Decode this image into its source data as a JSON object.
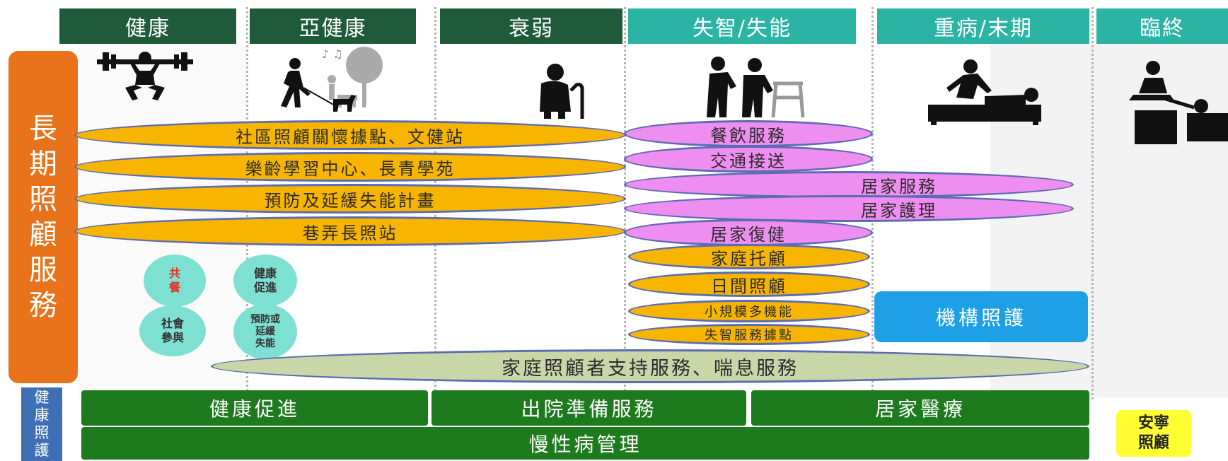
{
  "headers": [
    {
      "label": "健康",
      "color": "#1f5b3b"
    },
    {
      "label": "亞健康",
      "color": "#1f5b3b"
    },
    {
      "label": "衰弱",
      "color": "#1f5b3b"
    },
    {
      "label": "失智/失能",
      "color": "#2bb3a3"
    },
    {
      "label": "重病/末期",
      "color": "#2bb3a3"
    },
    {
      "label": "臨終",
      "color": "#2bb3a3"
    }
  ],
  "sidebar": {
    "ltc_chars": [
      "長",
      "期",
      "照",
      "顧",
      "服",
      "務"
    ],
    "hc_chars": [
      "健",
      "康",
      "照",
      "護"
    ]
  },
  "ovals_yellow": [
    "社區照顧關懷據點、文健站",
    "樂齡學習中心、長青學苑",
    "預防及延緩失能計畫",
    "巷弄長照站"
  ],
  "ovals_pink": [
    "餐飲服務",
    "交通接送",
    "居家服務",
    "居家護理",
    "居家復健"
  ],
  "ovals_yellow_mid": [
    "家庭托顧",
    "日間照顧",
    "小規模多機能",
    "失智服務據點"
  ],
  "circles": [
    "共\n餐",
    "健康\n促進",
    "社會\n參與",
    "預防或\n延緩\n失能"
  ],
  "institutional_care": "機構照護",
  "caregiver_support": "家庭照顧者支持服務、喘息服務",
  "bars": {
    "health_promotion": "健康促進",
    "discharge_prep": "出院準備服務",
    "home_medical": "居家醫療",
    "chronic_mgmt": "慢性病管理",
    "hospice": "安寧\n照顧"
  },
  "colors": {
    "sidebar_orange": "#e8731a",
    "sidebar_blue": "#3f6fb5",
    "oval_yellow": "#f7b500",
    "oval_pink": "#ee8ef0",
    "oval_green": "#c9d6a8",
    "bar_green": "#1d7a1d",
    "institution_blue": "#1ea0e6",
    "hospice_yellow": "#ffff33"
  }
}
